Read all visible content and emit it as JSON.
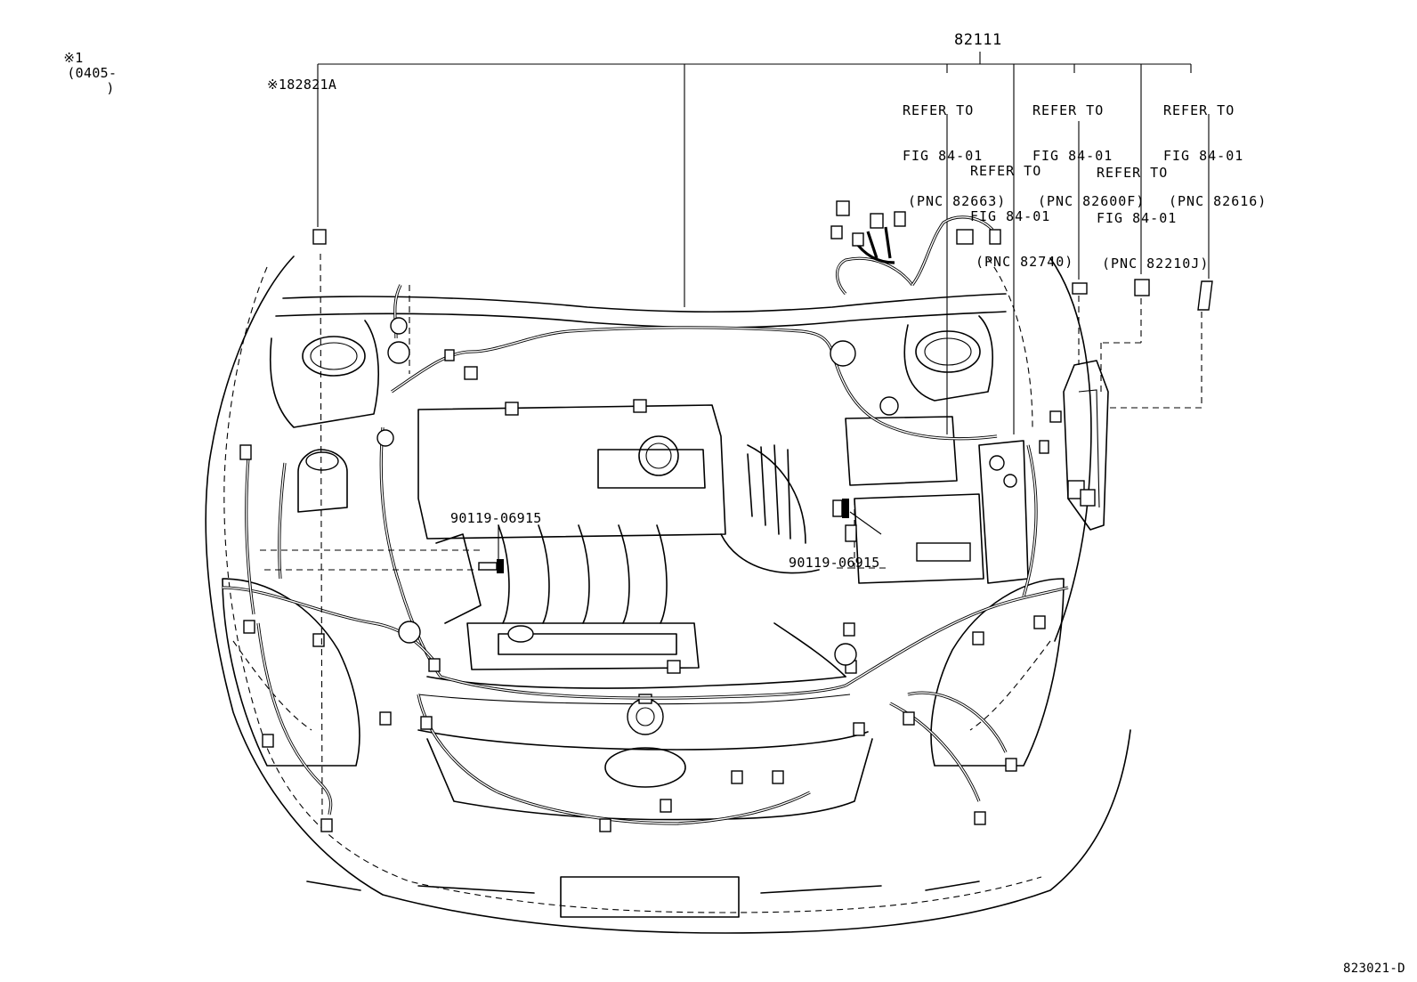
{
  "note": {
    "marker": "※1",
    "code": "(0405-",
    "close": ")"
  },
  "main_part": {
    "number": "82111"
  },
  "callouts": [
    {
      "id": "pnc-82663",
      "line1": "REFER TO",
      "line2": "FIG 84-01",
      "line3": "(PNC 82663)"
    },
    {
      "id": "pnc-82600f",
      "line1": "REFER TO",
      "line2": "FIG 84-01",
      "line3": "(PNC 82600F)"
    },
    {
      "id": "pnc-82616",
      "line1": "REFER TO",
      "line2": "FIG 84-01",
      "line3": "(PNC 82616)"
    },
    {
      "id": "pnc-82740",
      "line1": "REFER TO",
      "line2": "FIG 84-01",
      "line3": "(PNC 82740)"
    },
    {
      "id": "pnc-82210j",
      "line1": "REFER TO",
      "line2": "FIG 84-01",
      "line3": "(PNC 82210J)"
    }
  ],
  "parts": [
    {
      "id": "82821a",
      "label": "※182821A"
    },
    {
      "id": "bolt-left",
      "label": "90119-06915"
    },
    {
      "id": "bolt-right",
      "label": "90119-06915"
    }
  ],
  "figure_code": "823021-D"
}
